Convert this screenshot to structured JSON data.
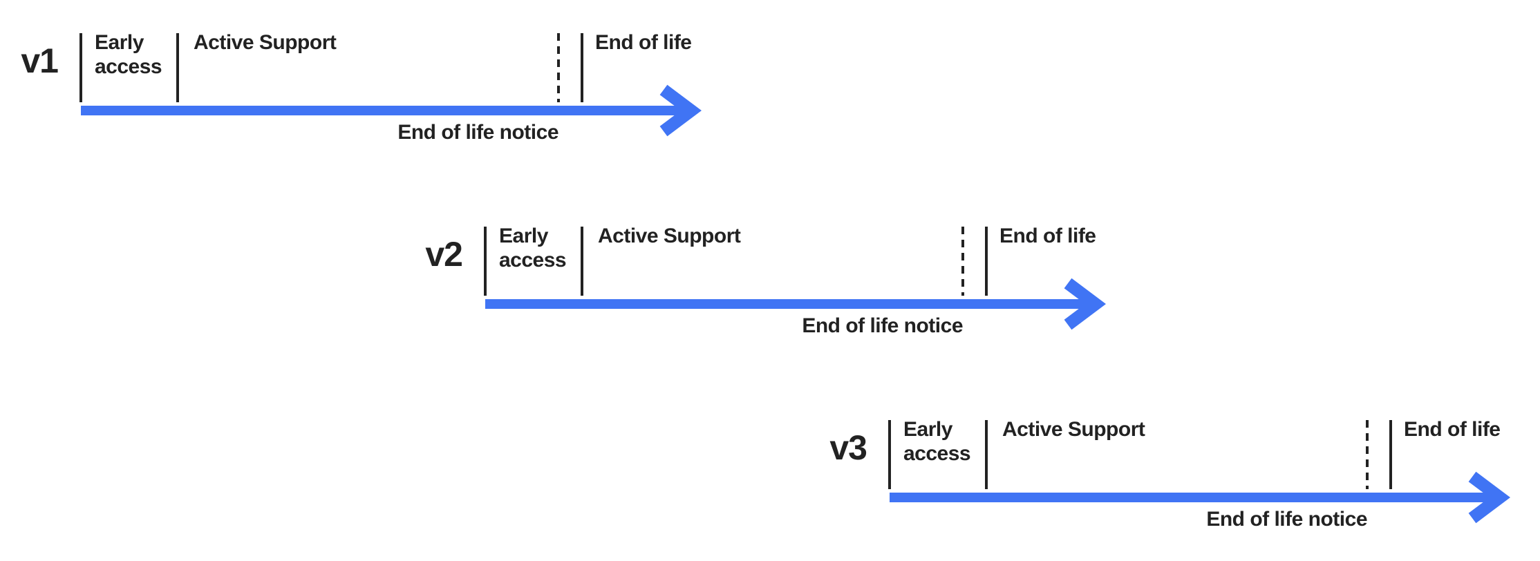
{
  "colors": {
    "timeline_blue": "#4074F4",
    "ink": "#222222",
    "background": "#FFFFFF"
  },
  "rows": [
    {
      "version": "v1",
      "phases": {
        "early_access_lines": [
          "Early",
          "access"
        ],
        "active_support": "Active Support",
        "end_of_life": "End of life",
        "end_of_life_notice": "End of life notice"
      }
    },
    {
      "version": "v2",
      "phases": {
        "early_access_lines": [
          "Early",
          "access"
        ],
        "active_support": "Active Support",
        "end_of_life": "End of life",
        "end_of_life_notice": "End of life notice"
      }
    },
    {
      "version": "v3",
      "phases": {
        "early_access_lines": [
          "Early",
          "access"
        ],
        "active_support": "Active Support",
        "end_of_life": "End of life",
        "end_of_life_notice": "End of life notice"
      }
    }
  ]
}
